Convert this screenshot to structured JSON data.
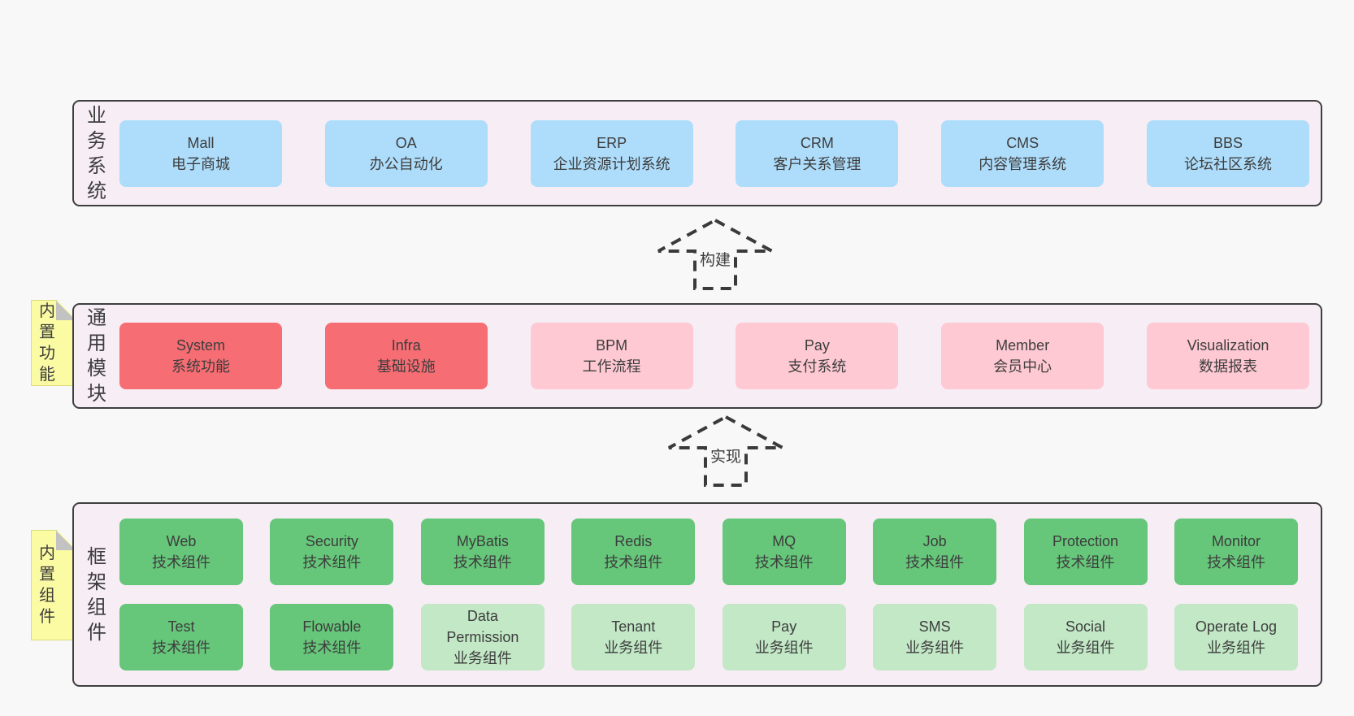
{
  "colors": {
    "page_bg": "#f8f8f8",
    "band_bg": "#f7edf5",
    "band_border": "#3f3f3f",
    "node_text": "#3d3d3d",
    "blue": "#aeddfb",
    "red": "#f66d73",
    "pink": "#fec9d3",
    "green": "#66c67a",
    "green_light": "#c2e8c6",
    "tab_yellow": "#fbfba3",
    "fold_gray": "#c2c2c2",
    "arrow_stroke": "#3a3a3a"
  },
  "arrows": [
    {
      "label": "构建"
    },
    {
      "label": "实现"
    }
  ],
  "layers": [
    {
      "label": "业务系统",
      "boxes": [
        {
          "title": "Mall",
          "subtitle": "电子商城",
          "variant": "blue"
        },
        {
          "title": "OA",
          "subtitle": "办公自动化",
          "variant": "blue"
        },
        {
          "title": "ERP",
          "subtitle": "企业资源计划系统",
          "variant": "blue"
        },
        {
          "title": "CRM",
          "subtitle": "客户关系管理",
          "variant": "blue"
        },
        {
          "title": "CMS",
          "subtitle": "内容管理系统",
          "variant": "blue"
        },
        {
          "title": "BBS",
          "subtitle": "论坛社区系统",
          "variant": "blue"
        }
      ]
    },
    {
      "label": "通用模块",
      "tab": "内置功能",
      "boxes": [
        {
          "title": "System",
          "subtitle": "系统功能",
          "variant": "red"
        },
        {
          "title": "Infra",
          "subtitle": "基础设施",
          "variant": "red"
        },
        {
          "title": "BPM",
          "subtitle": "工作流程",
          "variant": "pink"
        },
        {
          "title": "Pay",
          "subtitle": "支付系统",
          "variant": "pink"
        },
        {
          "title": "Member",
          "subtitle": "会员中心",
          "variant": "pink"
        },
        {
          "title": "Visualization",
          "subtitle": "数据报表",
          "variant": "pink"
        }
      ]
    },
    {
      "label": "框架组件",
      "tab": "内置组件",
      "rows": [
        [
          {
            "title": "Web",
            "subtitle": "技术组件",
            "variant": "green"
          },
          {
            "title": "Security",
            "subtitle": "技术组件",
            "variant": "green"
          },
          {
            "title": "MyBatis",
            "subtitle": "技术组件",
            "variant": "green"
          },
          {
            "title": "Redis",
            "subtitle": "技术组件",
            "variant": "green"
          },
          {
            "title": "MQ",
            "subtitle": "技术组件",
            "variant": "green"
          },
          {
            "title": "Job",
            "subtitle": "技术组件",
            "variant": "green"
          },
          {
            "title": "Protection",
            "subtitle": "技术组件",
            "variant": "green"
          },
          {
            "title": "Monitor",
            "subtitle": "技术组件",
            "variant": "green"
          }
        ],
        [
          {
            "title": "Test",
            "subtitle": "技术组件",
            "variant": "green"
          },
          {
            "title": "Flowable",
            "subtitle": "技术组件",
            "variant": "green"
          },
          {
            "title": "Data Permission",
            "subtitle": "业务组件",
            "variant": "lightgreen"
          },
          {
            "title": "Tenant",
            "subtitle": "业务组件",
            "variant": "lightgreen"
          },
          {
            "title": "Pay",
            "subtitle": "业务组件",
            "variant": "lightgreen"
          },
          {
            "title": "SMS",
            "subtitle": "业务组件",
            "variant": "lightgreen"
          },
          {
            "title": "Social",
            "subtitle": "业务组件",
            "variant": "lightgreen"
          },
          {
            "title": "Operate Log",
            "subtitle": "业务组件",
            "variant": "lightgreen"
          }
        ]
      ]
    }
  ]
}
